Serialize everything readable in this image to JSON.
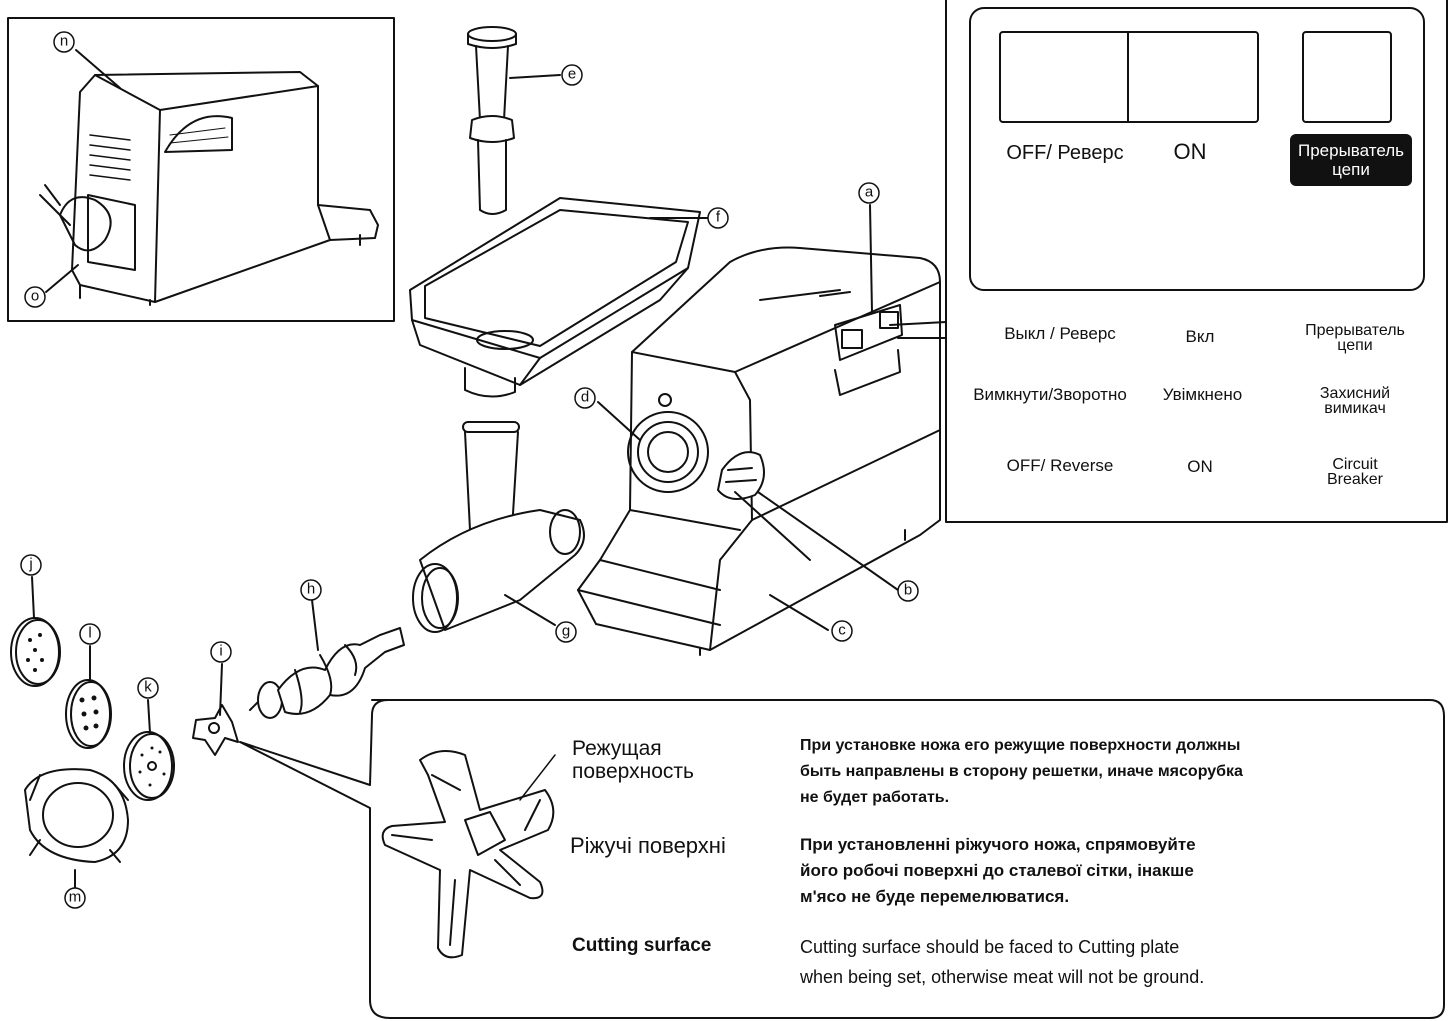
{
  "part_labels": [
    "a",
    "b",
    "c",
    "d",
    "e",
    "f",
    "g",
    "h",
    "i",
    "j",
    "k",
    "l",
    "m",
    "n",
    "o"
  ],
  "switch_panel": {
    "display_labels": {
      "off": "OFF/ Реверс",
      "on": "ON",
      "breaker": "Прерыватель\nцепи"
    },
    "rows": [
      {
        "off": "Выкл / Реверс",
        "on": "Вкл",
        "breaker": "Прерыватель\nцепи"
      },
      {
        "off": "Вимкнути/Зворотно",
        "on": "Увімкнено",
        "breaker": "Захисний\nвимикач"
      },
      {
        "off": "OFF/ Reverse",
        "on": "ON",
        "breaker": "Circuit\nBreaker"
      }
    ]
  },
  "cutting_note": {
    "ru": {
      "heading": "Режущая\nповерхность",
      "text": "При установке  ножа его режущие поверхности должны\nбыть направлены  в сторону решетки, иначе мясорубка\nне будет работать."
    },
    "uk": {
      "heading": "Ріжучі поверхні",
      "text": "При установленні ріжучого ножа, спрямовуйте\nйого робочі поверхні до сталевої сітки, інакше\nм'ясо не буде перемелюватися."
    },
    "en": {
      "heading": "Cutting surface",
      "text": "Cutting surface should be faced to Cutting plate\nwhen being set, otherwise meat will not be ground."
    }
  }
}
